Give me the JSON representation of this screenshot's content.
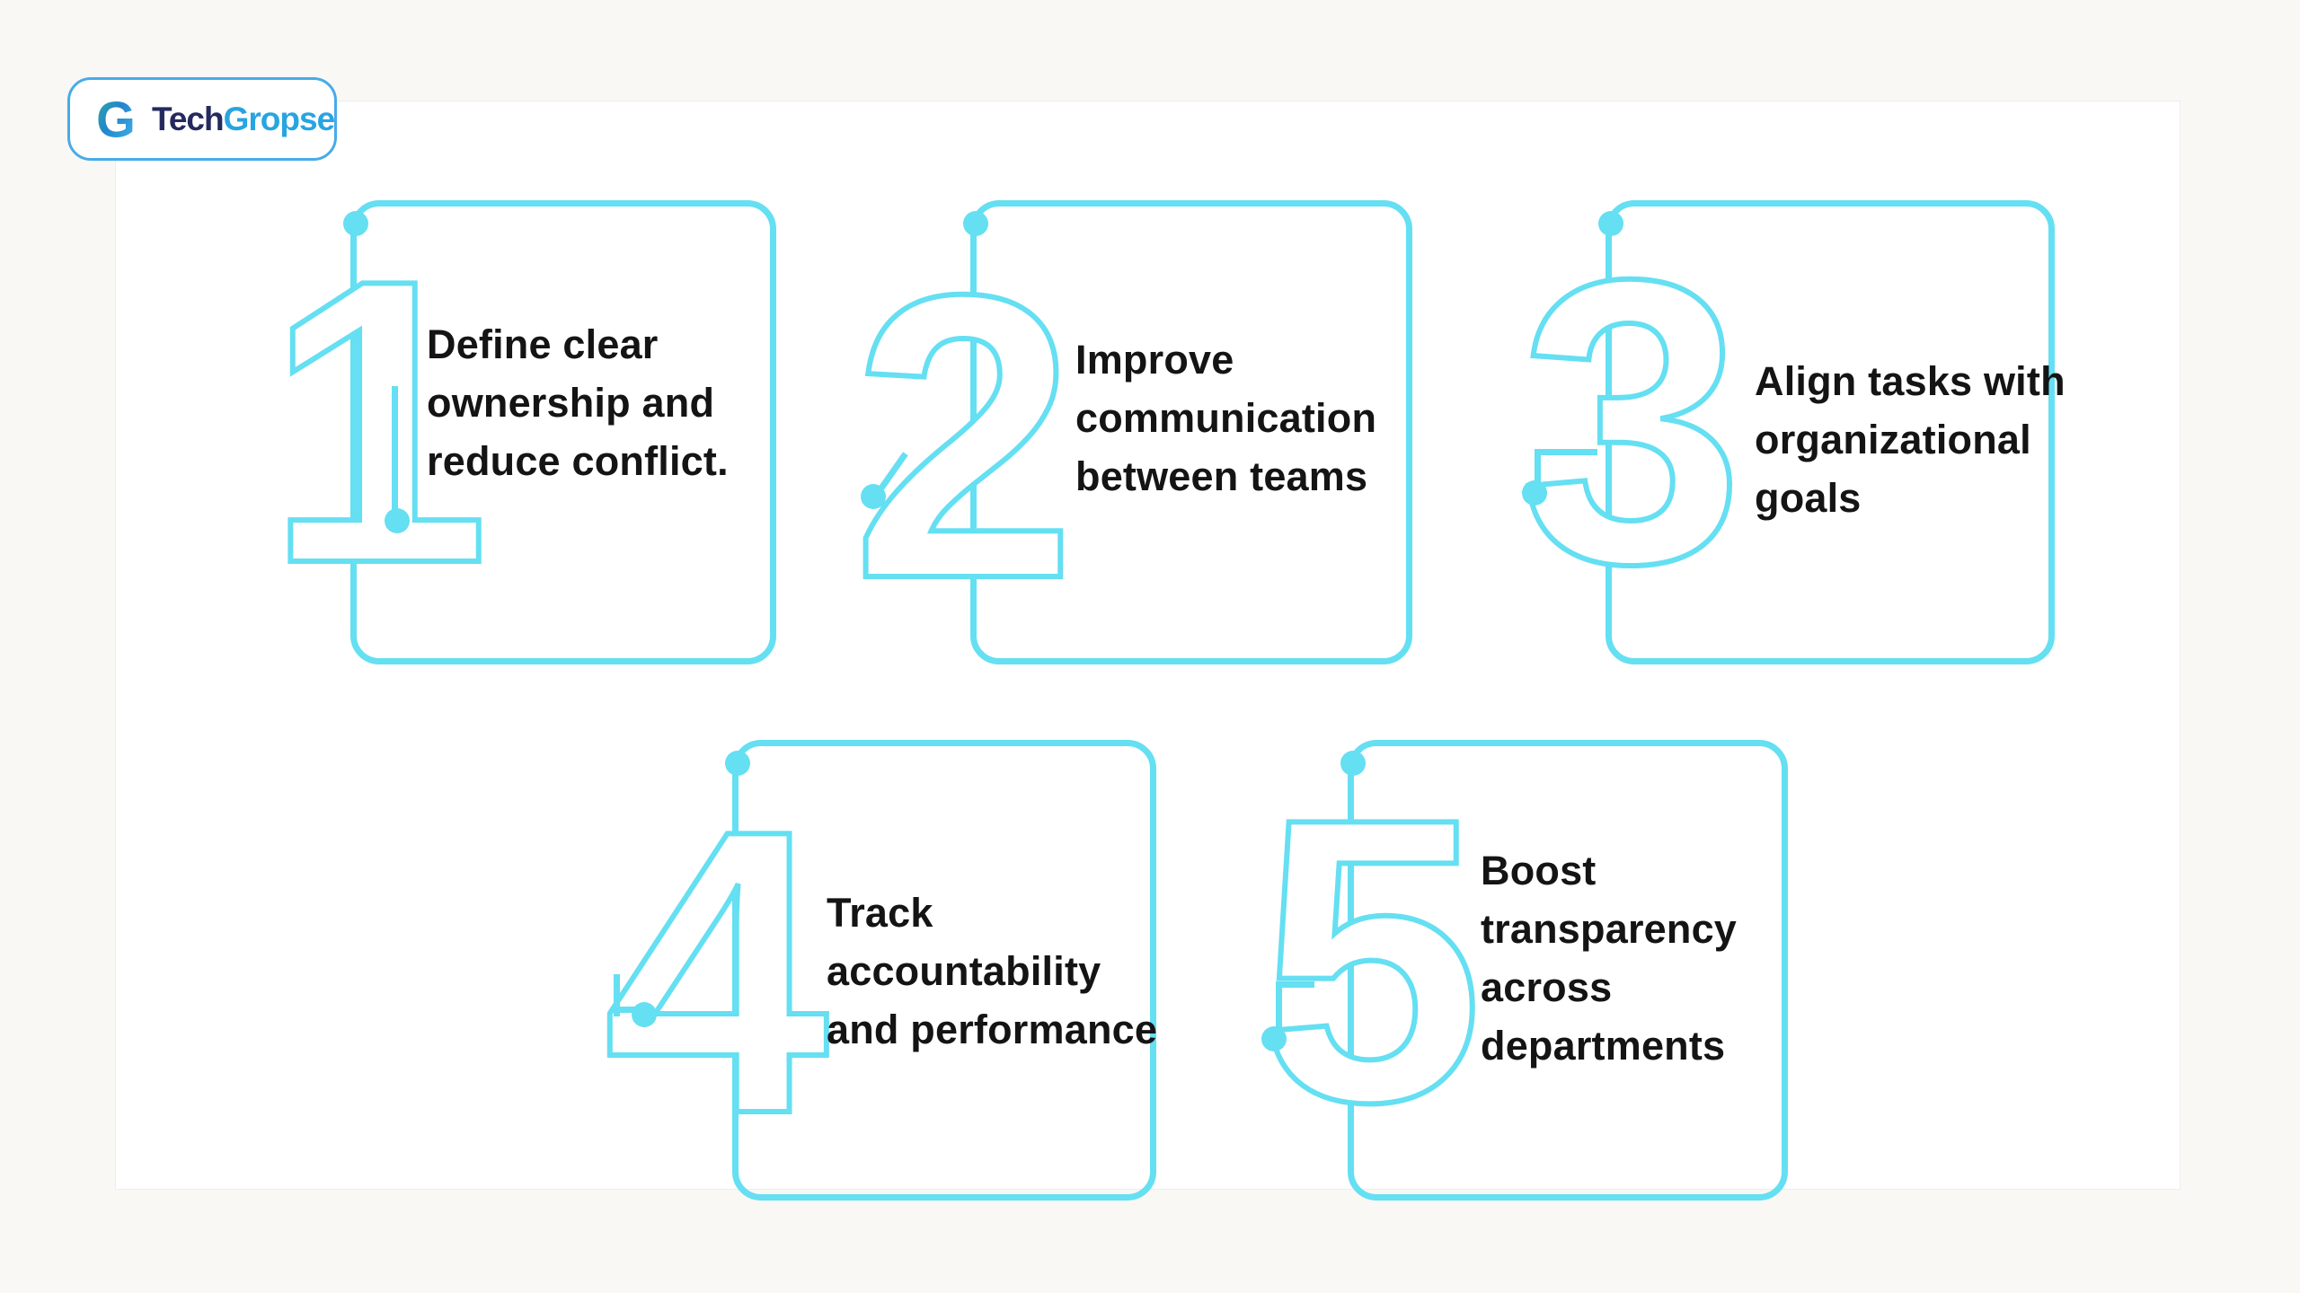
{
  "logo": {
    "icon": "G",
    "brand_part1": "Tech",
    "brand_part2": "Gropse"
  },
  "colors": {
    "accent_cyan": "#65DFF2",
    "text_dark": "#141414",
    "logo_navy": "#252A5E",
    "logo_blue": "#27A5E1",
    "logo_border": "#47ABE8"
  },
  "cards": [
    {
      "number": "1",
      "lines": [
        "Define clear",
        "ownership and",
        "reduce conflict."
      ]
    },
    {
      "number": "2",
      "lines": [
        "Improve",
        "communication",
        "between teams"
      ]
    },
    {
      "number": "3",
      "lines": [
        "Align tasks with",
        "organizational",
        "goals"
      ]
    },
    {
      "number": "4",
      "lines": [
        "Track",
        "accountability",
        "and performance"
      ]
    },
    {
      "number": "5",
      "lines": [
        "Boost",
        "transparency",
        "across",
        "departments"
      ]
    }
  ]
}
